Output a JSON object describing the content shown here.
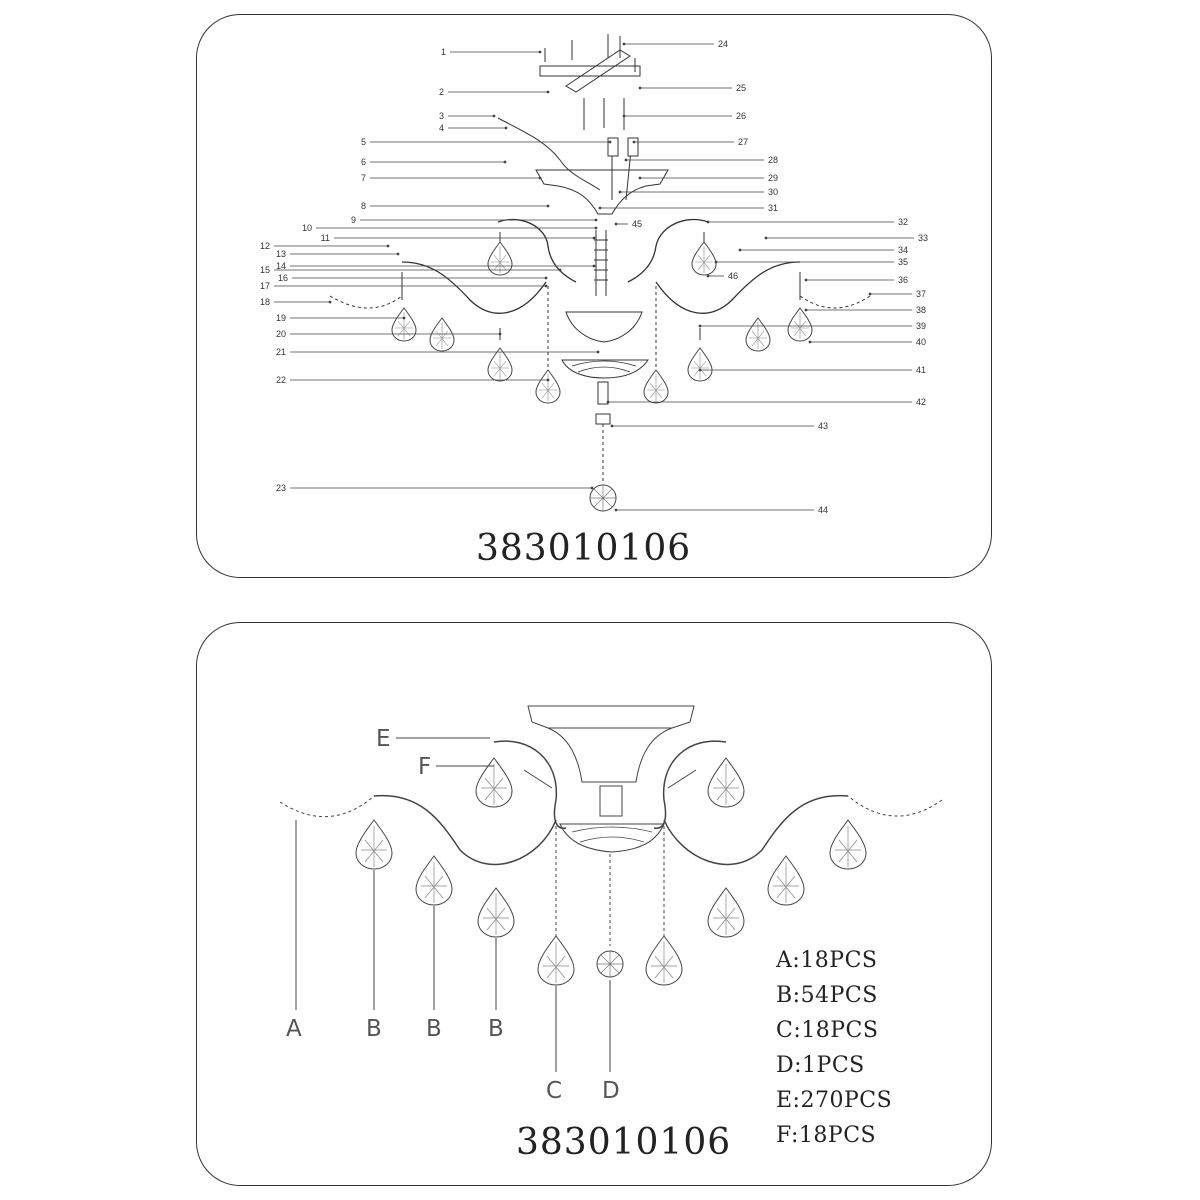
{
  "exploded_view": {
    "model_number": "383010106",
    "part_numbers": [
      "1",
      "2",
      "3",
      "4",
      "5",
      "6",
      "7",
      "8",
      "9",
      "10",
      "11",
      "12",
      "13",
      "14",
      "15",
      "16",
      "17",
      "18",
      "19",
      "20",
      "21",
      "22",
      "23",
      "24",
      "25",
      "26",
      "27",
      "28",
      "29",
      "30",
      "31",
      "32",
      "33",
      "34",
      "35",
      "36",
      "37",
      "38",
      "39",
      "40",
      "41",
      "42",
      "43",
      "44",
      "45",
      "46"
    ]
  },
  "assembly_view": {
    "model_number": "383010106",
    "part_labels": [
      "A",
      "B",
      "B",
      "B",
      "C",
      "D",
      "E",
      "F"
    ],
    "quantities": [
      {
        "text": "A:18PCS"
      },
      {
        "text": "B:54PCS"
      },
      {
        "text": "C:18PCS"
      },
      {
        "text": "D:1PCS"
      },
      {
        "text": "E:270PCS"
      },
      {
        "text": "F:18PCS"
      }
    ]
  }
}
